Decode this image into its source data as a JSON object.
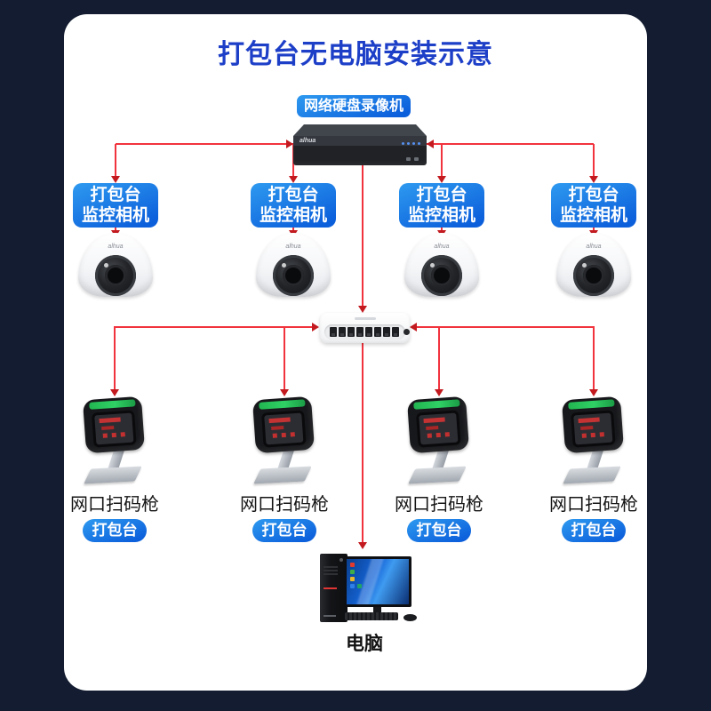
{
  "title": "打包台无电脑安装示意",
  "colors": {
    "page_bg": "#131c30",
    "card_bg": "#ffffff",
    "title_blue": "#1d3fc8",
    "badge_start": "#2e9af0",
    "badge_end": "#0c5fdb",
    "line_red": "#f1333e",
    "arrow_red": "#c21a1f",
    "scanner_green": "#2fd165"
  },
  "nvr": {
    "label": "网络硬盘录像机",
    "brand": "alhua"
  },
  "cameras": [
    {
      "line1": "打包台",
      "line2": "监控相机",
      "brand": "alhua"
    },
    {
      "line1": "打包台",
      "line2": "监控相机",
      "brand": "alhua"
    },
    {
      "line1": "打包台",
      "line2": "监控相机",
      "brand": "alhua"
    },
    {
      "line1": "打包台",
      "line2": "监控相机",
      "brand": "alhua"
    }
  ],
  "scanners": [
    {
      "label": "网口扫码枪",
      "badge": "打包台"
    },
    {
      "label": "网口扫码枪",
      "badge": "打包台"
    },
    {
      "label": "网口扫码枪",
      "badge": "打包台"
    },
    {
      "label": "网口扫码枪",
      "badge": "打包台"
    }
  ],
  "computer": {
    "label": "电脑"
  }
}
